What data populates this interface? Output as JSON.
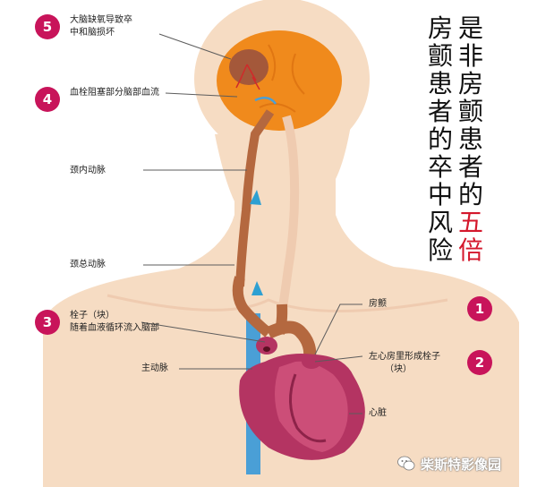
{
  "title": {
    "right_column": [
      "是",
      "非",
      "房",
      "颤",
      "患",
      "者",
      "的",
      "五",
      "倍"
    ],
    "left_column": [
      "房",
      "颤",
      "患",
      "者",
      "的",
      "卒",
      "中",
      "风",
      "险"
    ],
    "emphasis": "五倍",
    "emphasis_color": "#d4182c"
  },
  "steps": [
    {
      "number": "5",
      "text_line1": "大脑缺氧导致卒",
      "text_line2": "中和脑损坏"
    },
    {
      "number": "4",
      "text_line1": "血栓阻塞部分脑部血流",
      "text_line2": ""
    },
    {
      "number": "3",
      "text_line1": "栓子（块）",
      "text_line2": "随着血液循环流入脑部"
    },
    {
      "number": "1",
      "text_line1": "房颤",
      "text_line2": ""
    },
    {
      "number": "2",
      "text_line1": "左心房里形成栓子",
      "text_line2": "（块）"
    }
  ],
  "labels": {
    "internal_carotid": "颈内动脉",
    "common_carotid": "颈总动脉",
    "aorta": "主动脉",
    "heart": "心脏"
  },
  "watermark": {
    "text": "柴斯特影像园",
    "icon": "wechat-icon"
  },
  "colors": {
    "badge": "#c8145a",
    "body_skin": "#f6dcc3",
    "brain": "#f08a1c",
    "artery": "#b4683f",
    "heart": "#b43462"
  }
}
